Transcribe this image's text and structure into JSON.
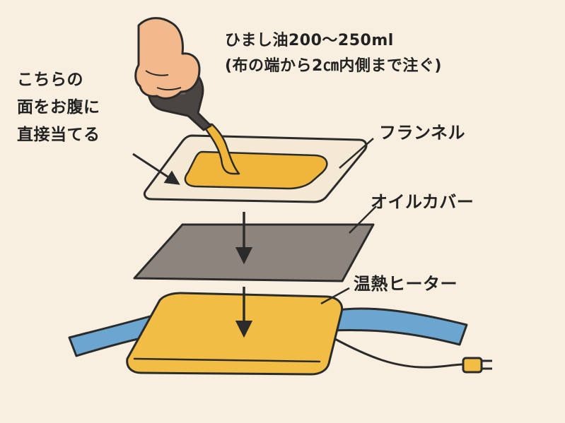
{
  "oil_instruction": {
    "line1": "ひまし油200〜250ml",
    "line2": "(布の端から2㎝内側まで注ぐ)"
  },
  "side_note": {
    "line1": "こちらの",
    "line2": "面をお腹に",
    "line3": "直接当てる"
  },
  "layers": {
    "flannel": "フランネル",
    "oil_cover": "オイルカバー",
    "heater": "温熱ヒーター"
  },
  "colors": {
    "background": "#f8efe0",
    "outline": "#2b2b2b",
    "flannel": "#f3e9d4",
    "oil": "#f0b63c",
    "cover": "#8d857d",
    "heater": "#f2bd45",
    "strap": "#6aa6cf",
    "skin": "#f2b98c",
    "bottle": "#4a4541"
  }
}
